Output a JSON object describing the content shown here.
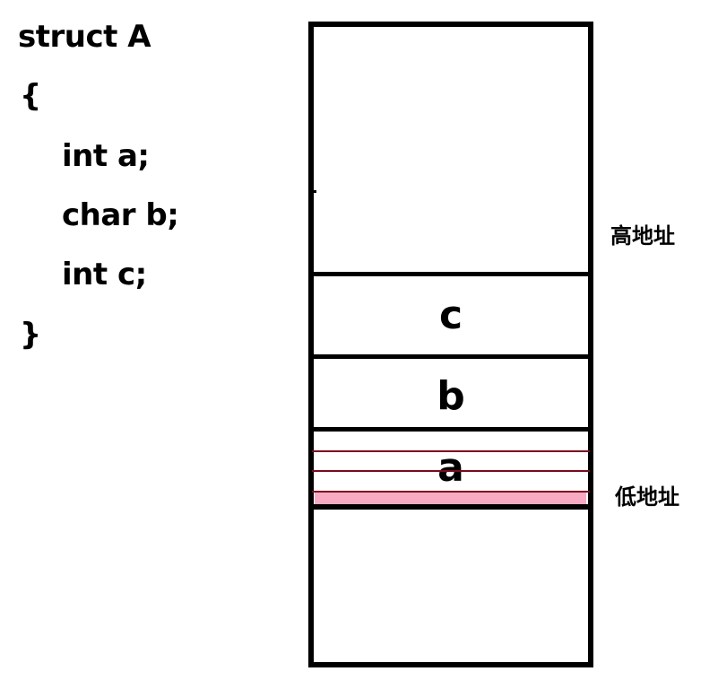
{
  "code": {
    "header": "struct A",
    "open_brace": "{",
    "members": [
      "int a;",
      "char b;",
      "int c;"
    ],
    "close_brace": "}"
  },
  "memory": {
    "cells": [
      {
        "label": "c"
      },
      {
        "label": "b"
      },
      {
        "label": "a"
      }
    ],
    "high_address_label": "高地址",
    "low_address_label": "低地址",
    "colors": {
      "border": "#000000",
      "thin_line": "#7a0a1e",
      "highlight": "#f9aac3"
    }
  }
}
